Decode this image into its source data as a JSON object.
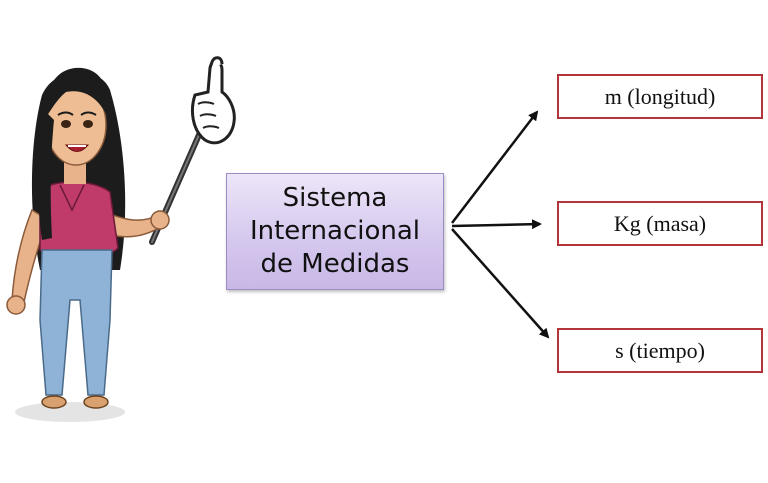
{
  "diagram": {
    "center": {
      "lines": [
        "Sistema",
        "Internacional",
        "de Medidas"
      ]
    },
    "units": [
      {
        "label": "m (longitud)"
      },
      {
        "label": "Kg (masa)"
      },
      {
        "label": "s (tiempo)"
      }
    ],
    "colors": {
      "center_fill": "#d6c9ee",
      "unit_border": "#b3343a",
      "arrow": "#111111"
    }
  },
  "illustration": {
    "icon": "teacher-pointing-icon"
  }
}
